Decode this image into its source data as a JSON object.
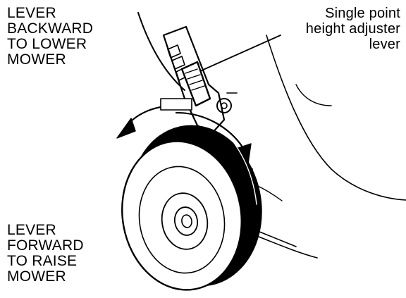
{
  "labels": {
    "lower": [
      "LEVER",
      "BACKWARD",
      "TO LOWER",
      "MOWER"
    ],
    "raise": [
      "LEVER",
      "FORWARD",
      "TO RAISE",
      "MOWER"
    ],
    "adjuster": [
      "Single point",
      "height adjuster",
      "lever"
    ]
  },
  "colors": {
    "ink": "#000000",
    "paper": "#ffffff"
  }
}
